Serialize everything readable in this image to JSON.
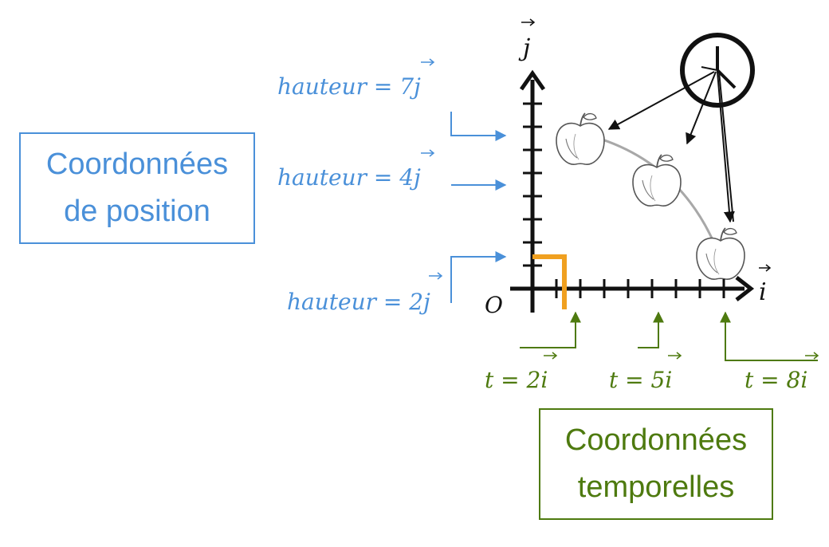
{
  "labels": {
    "position_box": [
      "Coordonnées",
      "de position"
    ],
    "time_box": [
      "Coordonnées",
      "temporelles"
    ],
    "axis_x": "i",
    "axis_y": "j",
    "origin": "O",
    "heights": [
      {
        "prefix": "hauteur = ",
        "value": "7",
        "unit": "j"
      },
      {
        "prefix": "hauteur = ",
        "value": "4",
        "unit": "j"
      },
      {
        "prefix": "hauteur = ",
        "value": "2",
        "unit": "j"
      }
    ],
    "times": [
      {
        "prefix": "t = ",
        "value": "2",
        "unit": "i"
      },
      {
        "prefix": "t = ",
        "value": "5",
        "unit": "i"
      },
      {
        "prefix": "t = ",
        "value": "8",
        "unit": "i"
      }
    ]
  },
  "colors": {
    "position": "#4a90d9",
    "time": "#4e7a0f",
    "axis": "#111111",
    "highlight": "#f0a020",
    "trajectory": "#a8a8a8"
  },
  "icons": [
    "clock-icon",
    "apple-icon",
    "apple-icon",
    "apple-icon"
  ]
}
